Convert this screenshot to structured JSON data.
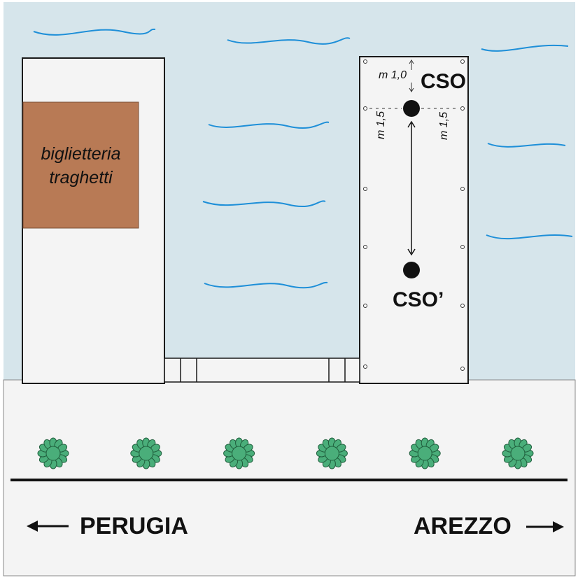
{
  "labels": {
    "ticket_office_line1": "biglietteria",
    "ticket_office_line2": "traghetti",
    "cso": "CSO",
    "cso_prime": "CSO’",
    "dist_top": "m 1,0",
    "dist_left": "m 1,5",
    "dist_right": "m 1,5",
    "city_left": "PERUGIA",
    "city_right": "AREZZO"
  },
  "shrub_count": 6,
  "icons": {
    "shrub": "shrub-icon",
    "arrow_left": "arrow-left-icon",
    "arrow_right": "arrow-right-icon"
  },
  "colors": {
    "water": "#d6e5eb",
    "wave": "#1e8fd8",
    "ground": "#f4f4f4",
    "ticket_office": "#b87a55",
    "shrub": "#4aae7a",
    "outline": "#1a1a1a"
  }
}
